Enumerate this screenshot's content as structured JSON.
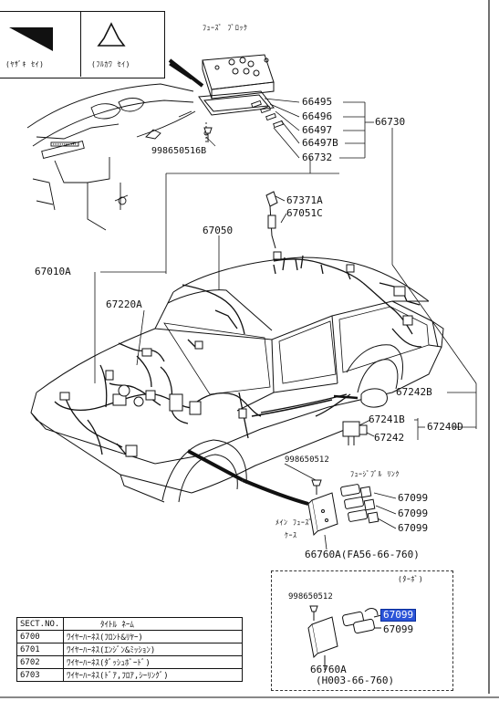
{
  "legend": {
    "left_text": "(ﾔｻﾞｷ ｾｲ)",
    "right_text": "(ﾌﾙｶﾜ ｾｲ)"
  },
  "labels": {
    "fuse_block": "ﾌｭｰｽﾞ ﾌﾞﾛｯｸ",
    "p66495": "66495",
    "p66496": "66496",
    "p66497": "66497",
    "p66497b": "66497B",
    "p66732": "66732",
    "p66730": "66730",
    "p998650516b": "998650516B",
    "p67371a": "67371A",
    "p67051c": "67051C",
    "p67050": "67050",
    "p67010a": "67010A",
    "p67220a": "67220A",
    "p67242b": "67242B",
    "p67241b": "67241B",
    "p67242": "67242",
    "p67240d": "67240D",
    "p998650512": "998650512",
    "fusible_link": "ﾌｭｰｼﾞﾌﾞﾙ ﾘﾝｸ",
    "p67099_1": "67099",
    "p67099_2": "67099",
    "p67099_3": "67099",
    "main_fuse_1": "ﾒｲﾝ ﾌｭｰｽﾞ",
    "main_fuse_2": "ｹｰｽ",
    "p66760a_fa": "66760A(FA56-66-760)"
  },
  "turbo": {
    "title": "(ﾀｰﾎﾞ)",
    "p998650512": "998650512",
    "p67099_highlight": "67099",
    "p67099": "67099",
    "p66760a": "66760A",
    "p66760a_h": "(H003-66-760)"
  },
  "section_table": {
    "header": [
      "SECT.NO.",
      "ﾀｲﾄﾙ ﾈｰﾑ"
    ],
    "rows": [
      [
        "6700",
        "ﾜｲﾔｰﾊｰﾈｽ(ﾌﾛﾝﾄ&ﾘﾔｰ)"
      ],
      [
        "6701",
        "ﾜｲﾔｰﾊｰﾈｽ(ｴﾝｼﾞﾝ&ﾐｯｼｮﾝ)"
      ],
      [
        "6702",
        "ﾜｲﾔｰﾊｰﾈｽ(ﾀﾞｯｼｭﾎﾞｰﾄﾞ)"
      ],
      [
        "6703",
        "ﾜｲﾔｰﾊｰﾈｽ(ﾄﾞｱ,ﾌﾛｱ,ｼｰﾘﾝｸﾞ)"
      ]
    ]
  },
  "colors": {
    "ink": "#111111",
    "highlight": "#2b54d8"
  }
}
